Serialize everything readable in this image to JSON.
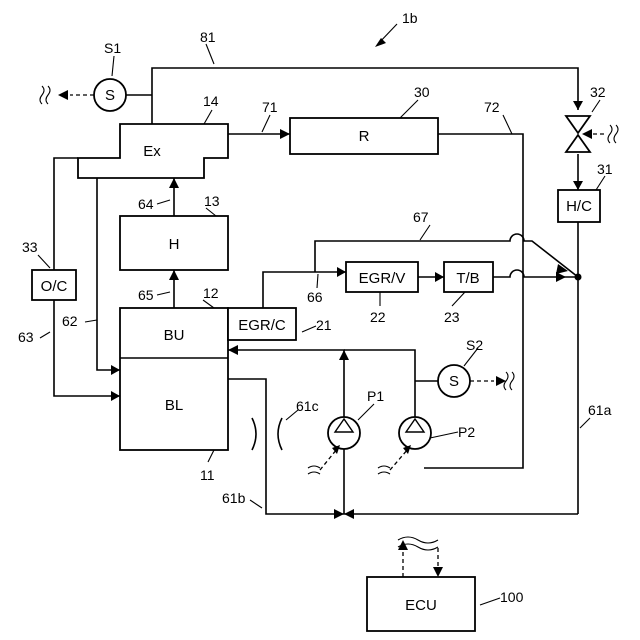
{
  "system_label": "1b",
  "components": {
    "ex": "Ex",
    "h": "H",
    "bu": "BU",
    "bl": "BL",
    "egr_c": "EGR/C",
    "egr_v": "EGR/V",
    "t_b": "T/B",
    "r": "R",
    "h_c": "H/C",
    "o_c": "O/C",
    "ecu": "ECU",
    "sensor_s1": "S",
    "sensor_s2": "S"
  },
  "refs": {
    "system": "1b",
    "r81": "81",
    "s1": "S1",
    "r14": "14",
    "r71": "71",
    "r30": "30",
    "r72": "72",
    "r32": "32",
    "r31": "31",
    "r64": "64",
    "r13": "13",
    "r67": "67",
    "r33": "33",
    "r65": "65",
    "r12": "12",
    "r66": "66",
    "r22": "22",
    "r23": "23",
    "r62": "62",
    "r63": "63",
    "r21": "21",
    "s2": "S2",
    "r61c": "61c",
    "p1": "P1",
    "p2": "P2",
    "r61a": "61a",
    "r11": "11",
    "r61b": "61b",
    "r100": "100"
  }
}
